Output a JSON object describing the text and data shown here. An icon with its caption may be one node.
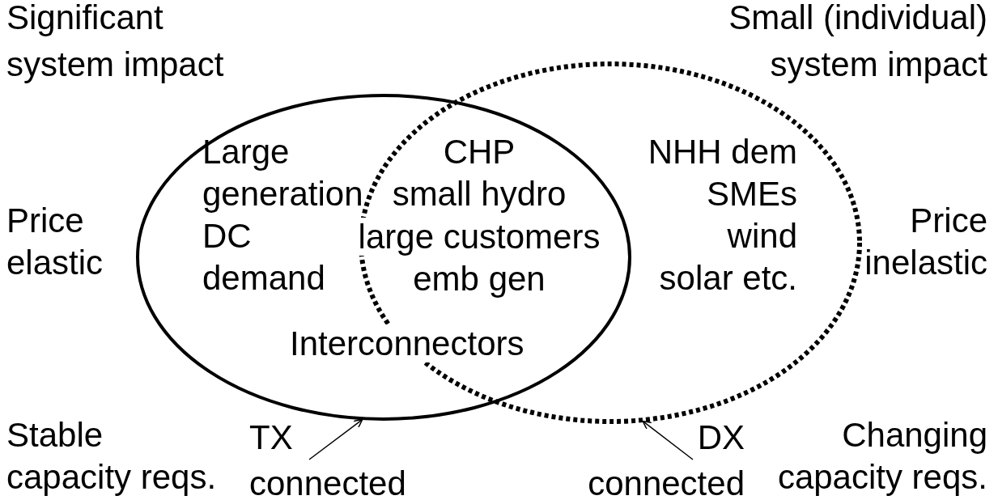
{
  "diagram": {
    "nodes": [
      {
        "text": [
          "Large",
          "generation",
          "DC",
          "demand"
        ]
      },
      {
        "text": [
          "NHH dem",
          "SMEs",
          "wind",
          "solar etc."
        ]
      },
      {
        "text": [
          "TX connected"
        ]
      },
      {
        "text": [
          "DX connected"
        ]
      }
    ],
    "edges": [
      {
        "from": 2,
        "to": 0,
        "arrow": "to"
      },
      {
        "from": 3,
        "to": 1,
        "arrow": "to"
      }
    ],
    "labels": [
      "Significant system impact",
      "Small (individual) system impact",
      "CHP",
      "small hydro",
      "large customers",
      "emb gen",
      "Price elastic",
      "Price inelastic",
      "Interconnectors",
      "Stable capacity reqs.",
      "Changing capacity reqs."
    ]
  }
}
